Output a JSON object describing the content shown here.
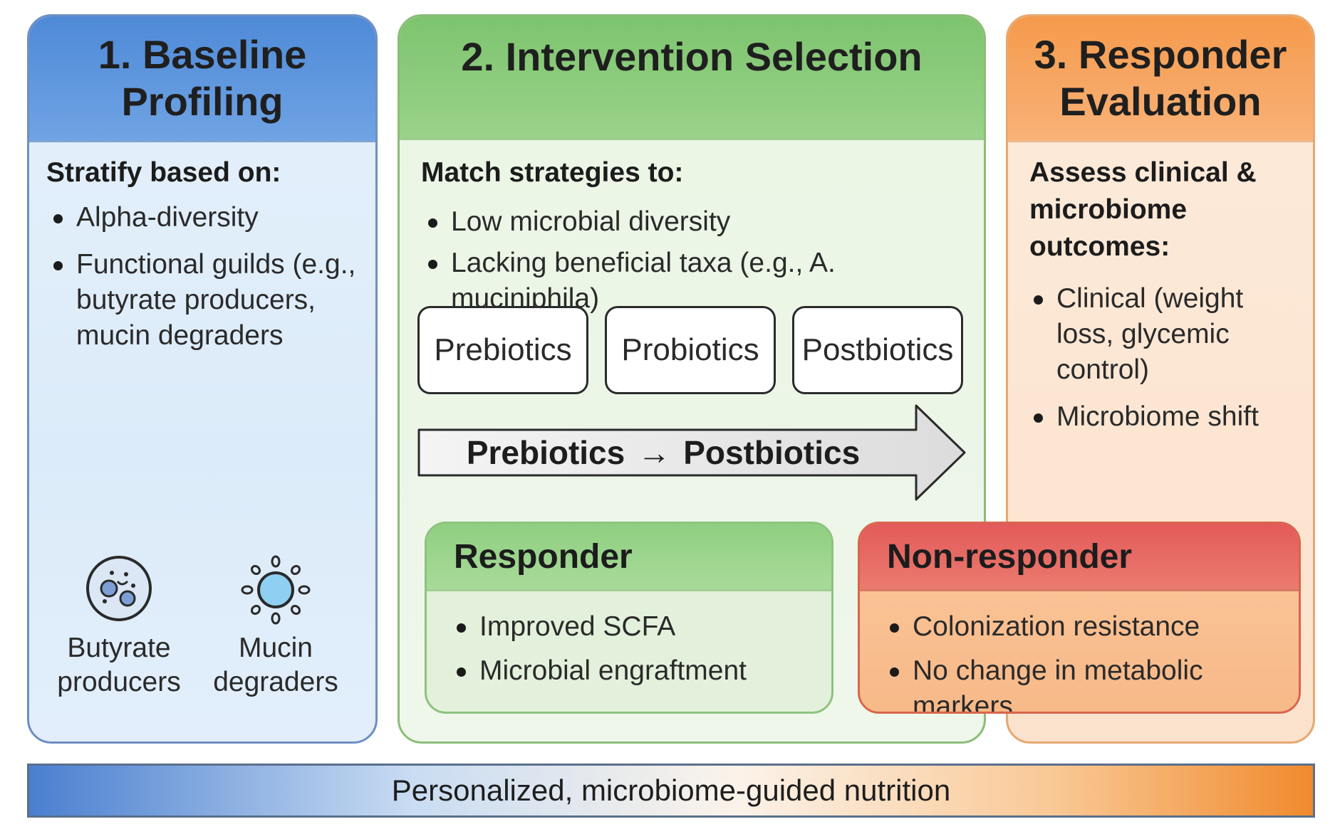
{
  "panels": {
    "baseline": {
      "title_line1": "1. Baseline",
      "title_line2": "Profiling",
      "subhead": "Stratify based on:",
      "bullets": [
        "Alpha-diversity",
        "Functional guilds (e.g., butyrate producers, mucin degraders"
      ],
      "icons": [
        {
          "name": "butyrate-producer-icon",
          "label_line1": "Butyrate",
          "label_line2": "producers"
        },
        {
          "name": "mucin-degrader-icon",
          "label_line1": "Mucin",
          "label_line2": "degraders"
        }
      ]
    },
    "intervention": {
      "title": "2. Intervention Selection",
      "subhead": "Match strategies to:",
      "bullets": [
        "Low microbial diversity",
        "Lacking beneficial taxa (e.g., A. muciniphila)"
      ],
      "strategies": [
        "Prebiotics",
        "Probiotics",
        "Postbiotics"
      ],
      "arrow_from": "Prebiotics",
      "arrow_symbol": "→",
      "arrow_to": "Postbiotics"
    },
    "evaluation": {
      "title_line1": "3. Responder",
      "title_line2": "Evaluation",
      "subhead_line1": "Assess clinical &",
      "subhead_line2": "microbiome",
      "subhead_line3": "outcomes:",
      "bullets": [
        "Clinical (weight loss, glycemic control)",
        "Microbiome shift"
      ]
    }
  },
  "outcomes": {
    "responder": {
      "title": "Responder",
      "bullets": [
        "Improved SCFA",
        "Microbial engraftment"
      ],
      "color": "#8fcf80"
    },
    "nonresponder": {
      "title": "Non-responder",
      "bullets": [
        "Colonization resistance",
        "No change in metabolic markers"
      ],
      "color": "#e35a5a"
    }
  },
  "footer": {
    "text": "Personalized, microbiome-guided nutrition"
  },
  "colors": {
    "baseline": "#4f8ad8",
    "intervention": "#7dc46e",
    "evaluation": "#f59a4c"
  }
}
